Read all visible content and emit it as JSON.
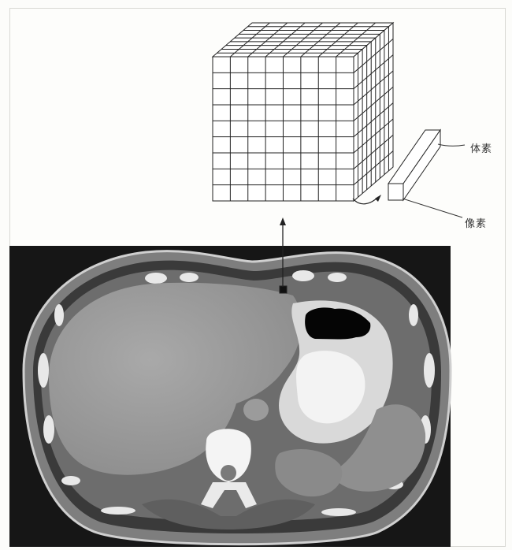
{
  "labels": {
    "voxel": "体素",
    "pixel": "像素"
  },
  "grid": {
    "rows": 9,
    "cols": 8
  },
  "colors": {
    "ct_background": "#161616",
    "soft_tissue": "#9a9a9a",
    "bone": "#f2f2f2",
    "fat": "#3a3a3a",
    "air": "#050505"
  }
}
